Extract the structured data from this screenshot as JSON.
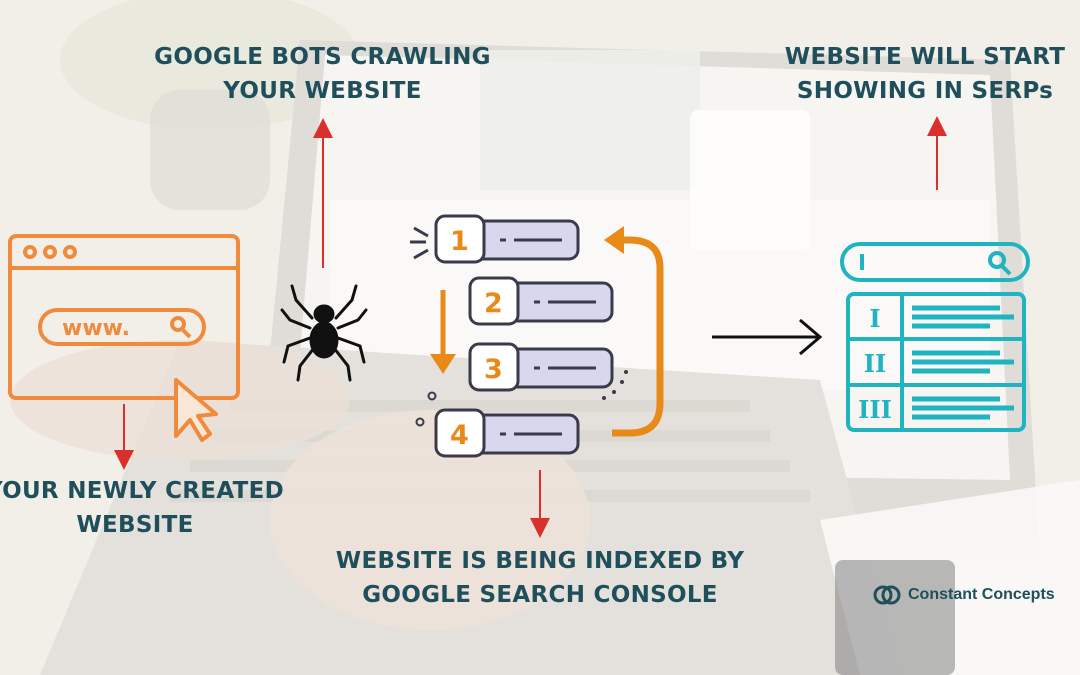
{
  "labels": {
    "crawl": [
      "GOOGLE BOTS CRAWLING",
      "YOUR WEBSITE"
    ],
    "serp": [
      "WEBSITE WILL START",
      "SHOWING IN SERPs"
    ],
    "site": [
      "YOUR NEWLY CREATED",
      "WEBSITE"
    ],
    "index": [
      "WEBSITE IS BEING INDEXED BY",
      "GOOGLE SEARCH CONSOLE"
    ]
  },
  "website_icon": {
    "url_text": "www."
  },
  "index_steps": [
    "1",
    "2",
    "3",
    "4"
  ],
  "serp_rows": [
    "I",
    "II",
    "III"
  ],
  "brand": {
    "name": "Constant Concepts"
  },
  "colors": {
    "label": "#1e4f5a",
    "website_icon": "#f08a3c",
    "index_accent": "#e88a1a",
    "serp_icon": "#1fb4c0",
    "arrow_red": "#d9302c"
  }
}
